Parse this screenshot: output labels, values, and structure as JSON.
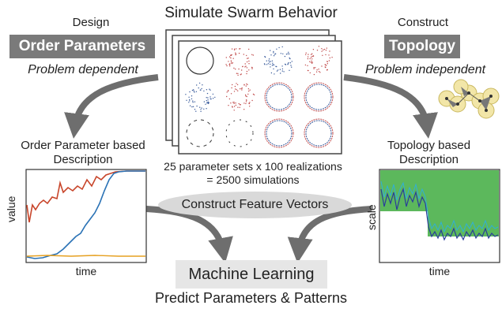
{
  "header": {
    "title": "Simulate Swarm Behavior"
  },
  "left": {
    "caption": "Design",
    "banner": "Order Parameters",
    "subtitle": "Problem dependent",
    "description_line1": "Order Parameter based",
    "description_line2": "Description",
    "chart": {
      "ylabel": "value",
      "xlabel": "time"
    }
  },
  "right": {
    "caption": "Construct",
    "banner": "Topology",
    "subtitle": "Problem independent",
    "description_line1": "Topology based",
    "description_line2": "Description",
    "chart": {
      "ylabel": "scale",
      "xlabel": "time"
    }
  },
  "center": {
    "realizations_line1": "25 parameter sets x 100 realizations",
    "realizations_line2": "= 2500 simulations",
    "feature_step": "Construct Feature Vectors",
    "ml_step": "Machine Learning",
    "footer": "Predict Parameters & Patterns"
  },
  "colors": {
    "banner": "#7a7a7a",
    "red_series": "#c8452a",
    "blue_series": "#2a72b5",
    "orange_series": "#e6a020",
    "green_fill": "#5cb85c",
    "arrow": "#6e6e6e"
  },
  "icons": [
    "swarm-snapshot-grid-icon",
    "topology-complex-icon",
    "swarm-ring-icon"
  ]
}
